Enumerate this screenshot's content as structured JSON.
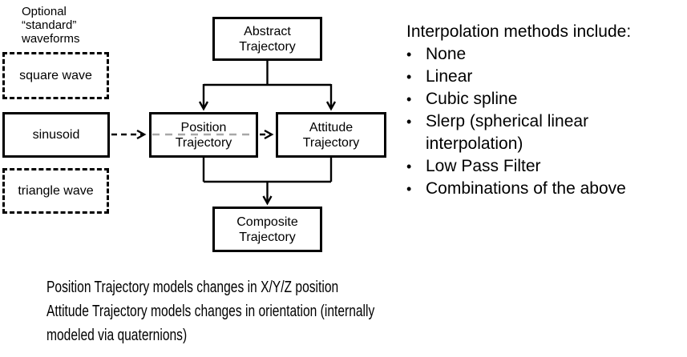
{
  "diagram": {
    "caption_lines": [
      "Optional",
      "“standard”",
      "waveforms"
    ],
    "boxes": {
      "square_wave": "square wave",
      "sinusoid": "sinusoid",
      "triangle_wave": "triangle wave",
      "abstract": "Abstract Trajectory",
      "position": "Position Trajectory",
      "attitude": "Attitude Trajectory",
      "composite": "Composite Trajectory"
    }
  },
  "interpolation": {
    "heading": "Interpolation methods include:",
    "bullet": "•",
    "items": [
      "None",
      "Linear",
      "Cubic spline",
      "Slerp (spherical linear interpolation)",
      "Low Pass Filter",
      "Combinations of the above"
    ]
  },
  "footnote": {
    "lines": [
      "Position Trajectory models changes in X/Y/Z position",
      "Attitude Trajectory models changes in orientation (internally",
      "modeled via quaternions)"
    ]
  },
  "colors": {
    "line": "#000000",
    "gray_dash": "#a8a8a8"
  }
}
